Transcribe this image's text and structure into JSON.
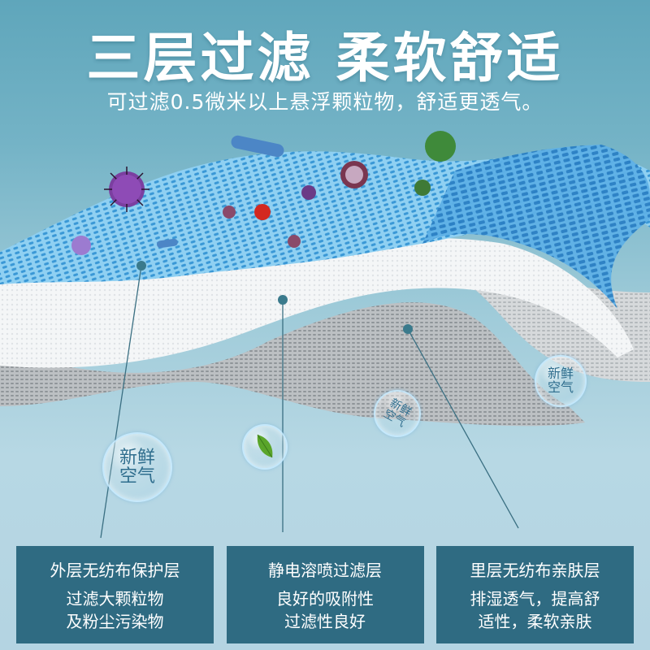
{
  "header": {
    "title": "三层过滤 柔软舒适",
    "subtitle": "可过滤0.5微米以上悬浮颗粒物，舒适更透气。"
  },
  "illustration": {
    "layers": [
      "blue-outer-mesh",
      "white-meltblown-layer",
      "gray-inner-layer"
    ],
    "bubbles": [
      {
        "line1": "新鲜",
        "line2": "空气"
      },
      {
        "line1": "新鲜",
        "line2": "空气"
      },
      {
        "line1": "新鲜",
        "line2": "空气"
      }
    ],
    "leaf_bubble_icon": "leaf-icon",
    "particles_icon": "virus-icon"
  },
  "colors": {
    "box_bg": "#2f6b82",
    "connector": "#3a7a8c",
    "mesh_blue": "#4aa3dc"
  },
  "features": [
    {
      "title": "外层无纺布保护层",
      "lines": [
        "过滤大颗粒物",
        "及粉尘污染物"
      ]
    },
    {
      "title": "静电溶喷过滤层",
      "lines": [
        "良好的吸附性",
        "过滤性良好"
      ]
    },
    {
      "title": "里层无纺布亲肤层",
      "lines": [
        "排湿透气，提高舒",
        "适性，柔软亲肤"
      ]
    }
  ]
}
